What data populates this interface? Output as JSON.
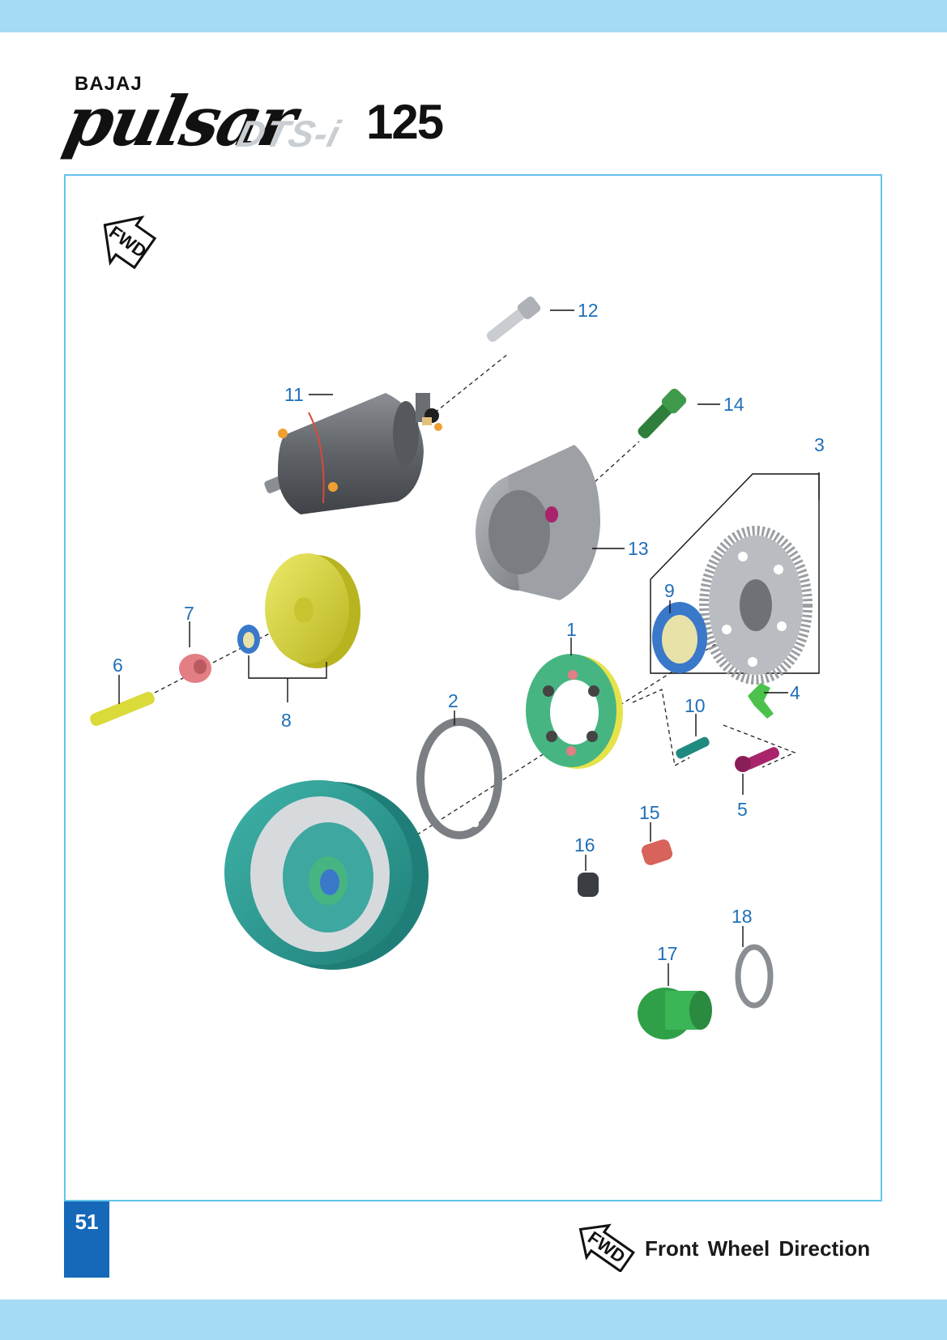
{
  "header": {
    "brand": "BAJAJ",
    "model": "pulsar",
    "variant": "DTS-i",
    "displacement": "125"
  },
  "diagram": {
    "fwd_badge": "FWD",
    "callouts": {
      "c1": "1",
      "c2": "2",
      "c3": "3",
      "c4": "4",
      "c5": "5",
      "c6": "6",
      "c7": "7",
      "c8": "8",
      "c9": "9",
      "c10": "10",
      "c11": "11",
      "c12": "12",
      "c13": "13",
      "c14": "14",
      "c15": "15",
      "c16": "16",
      "c17": "17",
      "c18": "18"
    },
    "colors": {
      "callout": "#1f6fb8",
      "frame": "#63c3ea",
      "starter_motor": "#6f7378",
      "clutch_housing": "#8f9498",
      "gear": "#9a9ea2",
      "gear_plate_yellow": "#d8d43a",
      "magneto_teal": "#2e9c93",
      "one_way_clutch": "#47b582",
      "bolt_green": "#2e7f3b",
      "bolt_magenta": "#a8246b",
      "bearing_blue": "#3a78c9",
      "spacer_pink": "#e27e84",
      "pin_yellow": "#dada3a",
      "spring_red": "#d8635a"
    }
  },
  "footer": {
    "page_number": "51",
    "fwd_badge": "FWD",
    "label": "Front Wheel Direction"
  }
}
